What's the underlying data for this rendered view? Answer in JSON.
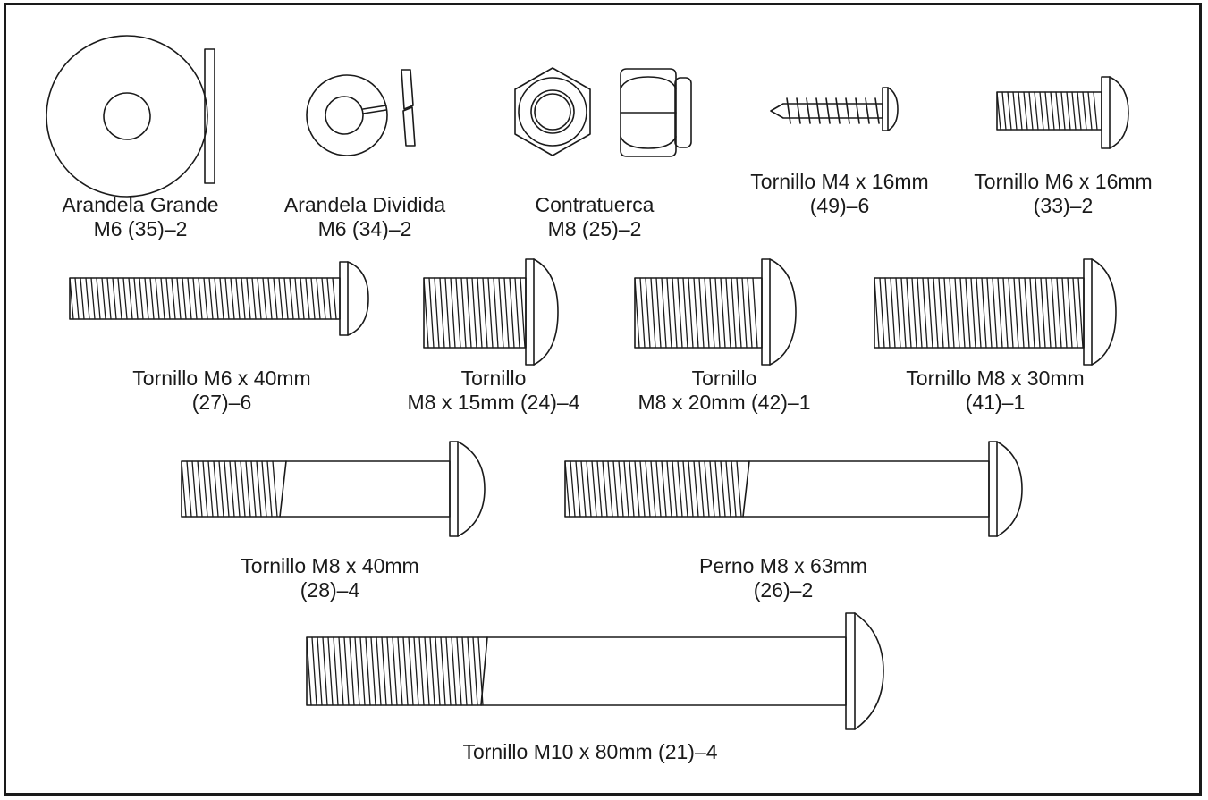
{
  "parts": [
    {
      "id": "large-washer",
      "line1": "Arandela Grande",
      "line2": "M6 (35)–2"
    },
    {
      "id": "split-washer",
      "line1": "Arandela Dividida",
      "line2": "M6 (34)–2"
    },
    {
      "id": "locknut",
      "line1": "Contratuerca",
      "line2": "M8 (25)–2"
    },
    {
      "id": "screw-m4x16",
      "line1": "Tornillo M4 x 16mm",
      "line2": "(49)–6"
    },
    {
      "id": "screw-m6x16",
      "line1": "Tornillo M6 x 16mm",
      "line2": "(33)–2"
    },
    {
      "id": "screw-m6x40",
      "line1": "Tornillo M6 x 40mm",
      "line2": "(27)–6"
    },
    {
      "id": "screw-m8x15",
      "line1": "Tornillo",
      "line2": "M8 x 15mm (24)–4"
    },
    {
      "id": "screw-m8x20",
      "line1": "Tornillo",
      "line2": "M8 x 20mm (42)–1"
    },
    {
      "id": "screw-m8x30",
      "line1": "Tornillo M8 x 30mm",
      "line2": "(41)–1"
    },
    {
      "id": "screw-m8x40",
      "line1": "Tornillo M8 x 40mm",
      "line2": "(28)–4"
    },
    {
      "id": "bolt-m8x63",
      "line1": "Perno M8 x 63mm",
      "line2": "(26)–2"
    },
    {
      "id": "screw-m10x80",
      "line1": "Tornillo M10 x 80mm (21)–4",
      "line2": ""
    }
  ]
}
